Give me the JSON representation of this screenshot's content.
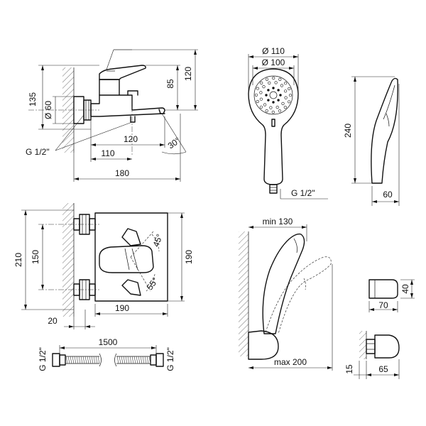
{
  "side_view": {
    "dim_height_total": "135",
    "dim_diameter_flange": "Ø 60",
    "dim_height_spout": "85",
    "dim_height_lever": "120",
    "dim_projection_outlet": "120",
    "dim_projection_spout": "110",
    "dim_projection_total": "180",
    "thread_label": "G 1/2\"",
    "angle_label": "30°"
  },
  "shower_head": {
    "dim_outer_diameter": "Ø 110",
    "dim_face_diameter": "Ø 100",
    "dim_length": "240",
    "dim_depth": "60",
    "thread_label": "G 1/2\""
  },
  "front_view": {
    "dim_height_total": "210",
    "dim_height_center": "150",
    "dim_height_body": "190",
    "dim_width_body": "190",
    "dim_offset": "20",
    "angle_top": "45°",
    "angle_bottom": "55°"
  },
  "hose": {
    "dim_length": "1500",
    "thread_left": "G 1/2\"",
    "thread_right": "G 1/2\""
  },
  "holder_mounted": {
    "dim_min": "min 130",
    "dim_max": "max 200"
  },
  "holder_bracket": {
    "dim_height": "40",
    "dim_width": "70",
    "dim_offset": "15",
    "dim_depth": "65"
  }
}
